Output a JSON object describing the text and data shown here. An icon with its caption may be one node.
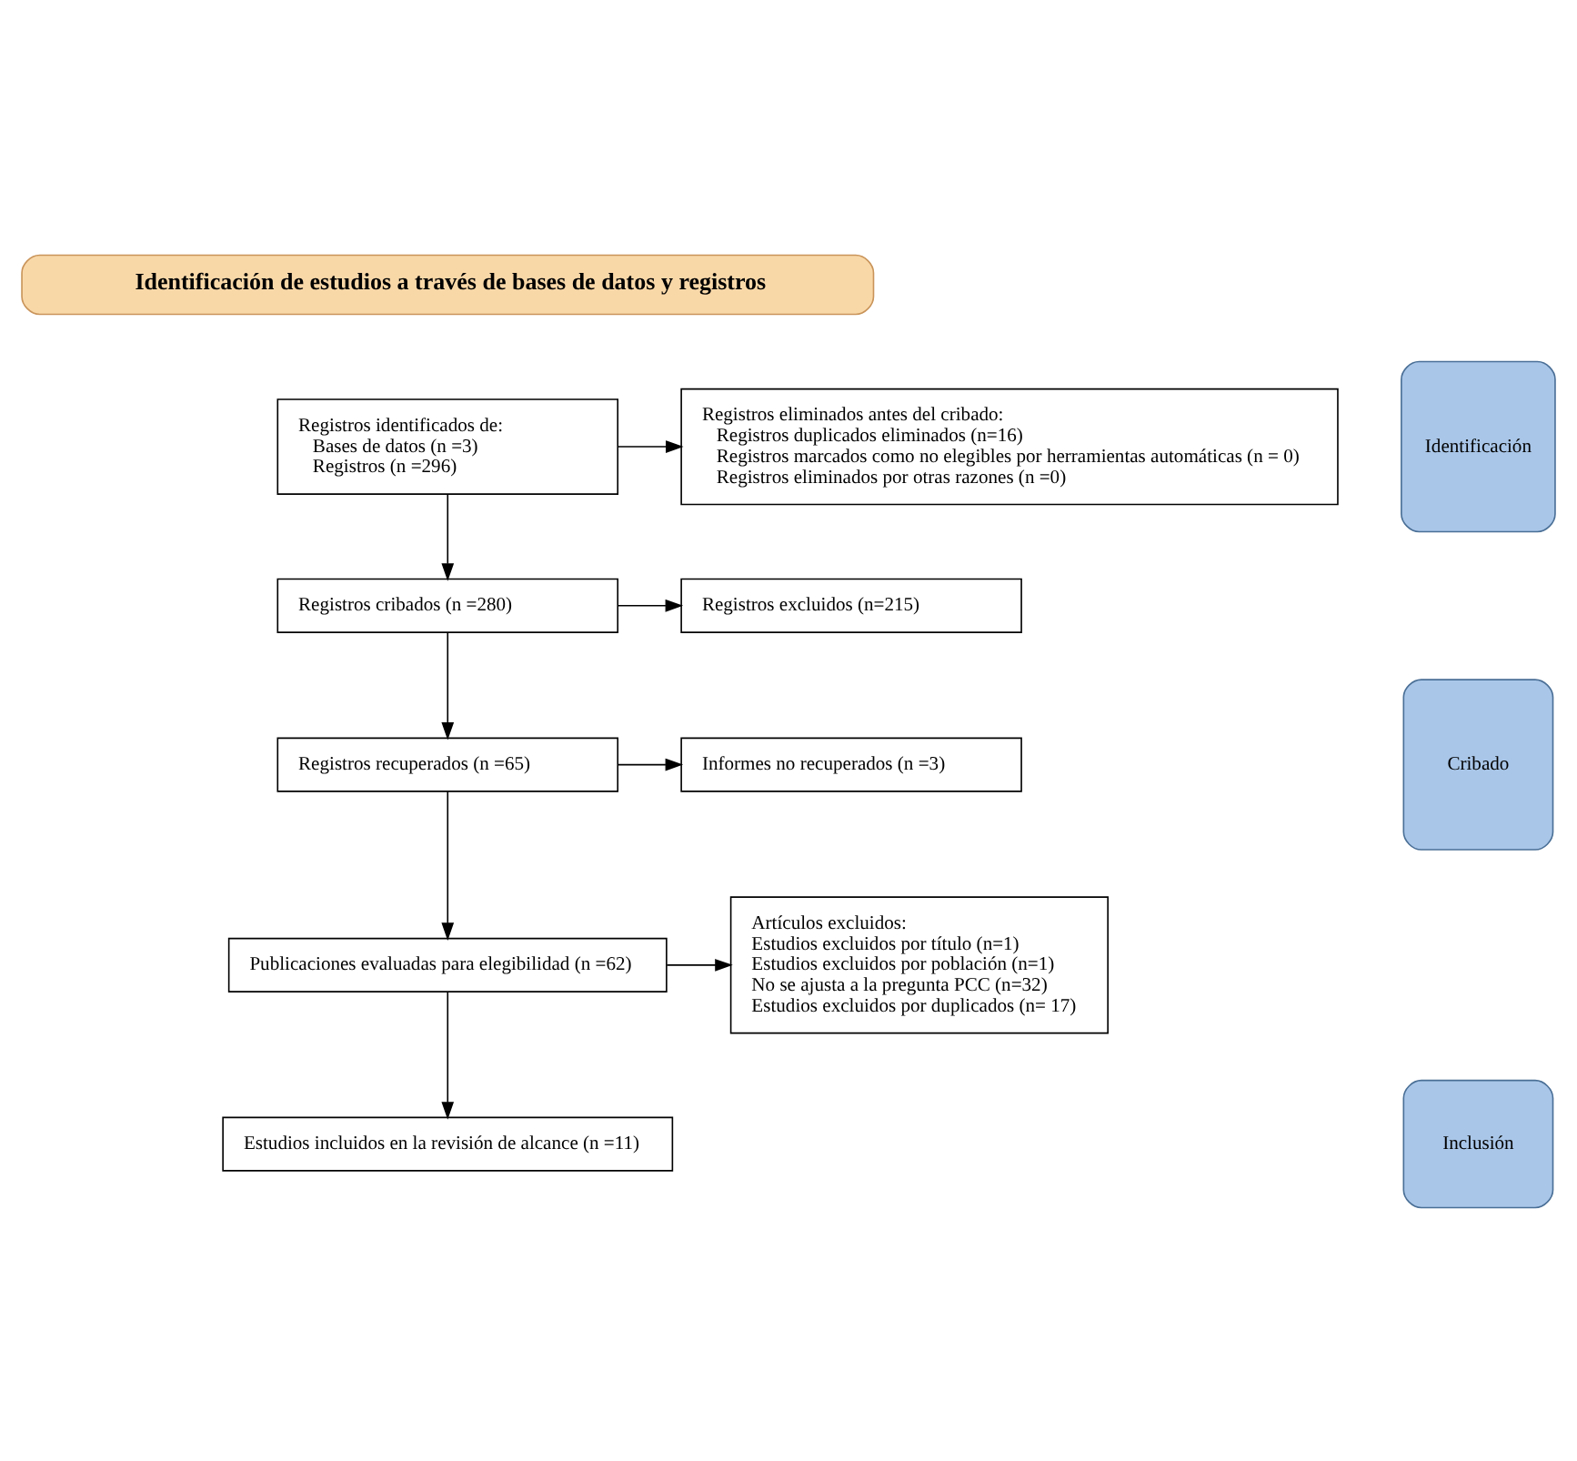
{
  "diagram": {
    "nodes": [
      {
        "text": [
          "Identificación de estudios a través de bases de datos y registros"
        ]
      },
      {
        "text": [
          "Identificación"
        ]
      },
      {
        "text": [
          "Cribado"
        ]
      },
      {
        "text": [
          "Inclusión"
        ]
      },
      {
        "text": [
          "Registros identificados de:",
          "Bases de datos (n =3)",
          "Registros (n =296)"
        ]
      },
      {
        "text": [
          "Registros eliminados antes del cribado:",
          "Registros duplicados eliminados (n=16)",
          "Registros marcados como no elegibles por herramientas automáticas (n = 0)",
          "Registros eliminados por otras razones (n =0)"
        ]
      },
      {
        "text": [
          "Registros cribados (n =280)"
        ]
      },
      {
        "text": [
          "Registros excluidos (n=215)"
        ]
      },
      {
        "text": [
          "Registros recuperados (n =65)"
        ]
      },
      {
        "text": [
          "Informes no recuperados (n =3)"
        ]
      },
      {
        "text": [
          "Publicaciones evaluadas para elegibilidad (n =62)"
        ]
      },
      {
        "text": [
          "Artículos excluidos:",
          "Estudios excluidos por título (n=1)",
          "Estudios excluidos por población (n=1)",
          "No se ajusta a la pregunta PCC (n=32)",
          "Estudios excluidos por duplicados (n= 17)"
        ]
      },
      {
        "text": [
          "Estudios incluidos en la revisión de alcance (n =11)"
        ]
      }
    ],
    "edges": [
      {
        "from": 4,
        "to": 5,
        "arrow": "to"
      },
      {
        "from": 4,
        "to": 6,
        "arrow": "to"
      },
      {
        "from": 6,
        "to": 7,
        "arrow": "to"
      },
      {
        "from": 6,
        "to": 8,
        "arrow": "to"
      },
      {
        "from": 8,
        "to": 9,
        "arrow": "to"
      },
      {
        "from": 8,
        "to": 10,
        "arrow": "to"
      },
      {
        "from": 10,
        "to": 11,
        "arrow": "to"
      },
      {
        "from": 10,
        "to": 12,
        "arrow": "to"
      }
    ]
  }
}
